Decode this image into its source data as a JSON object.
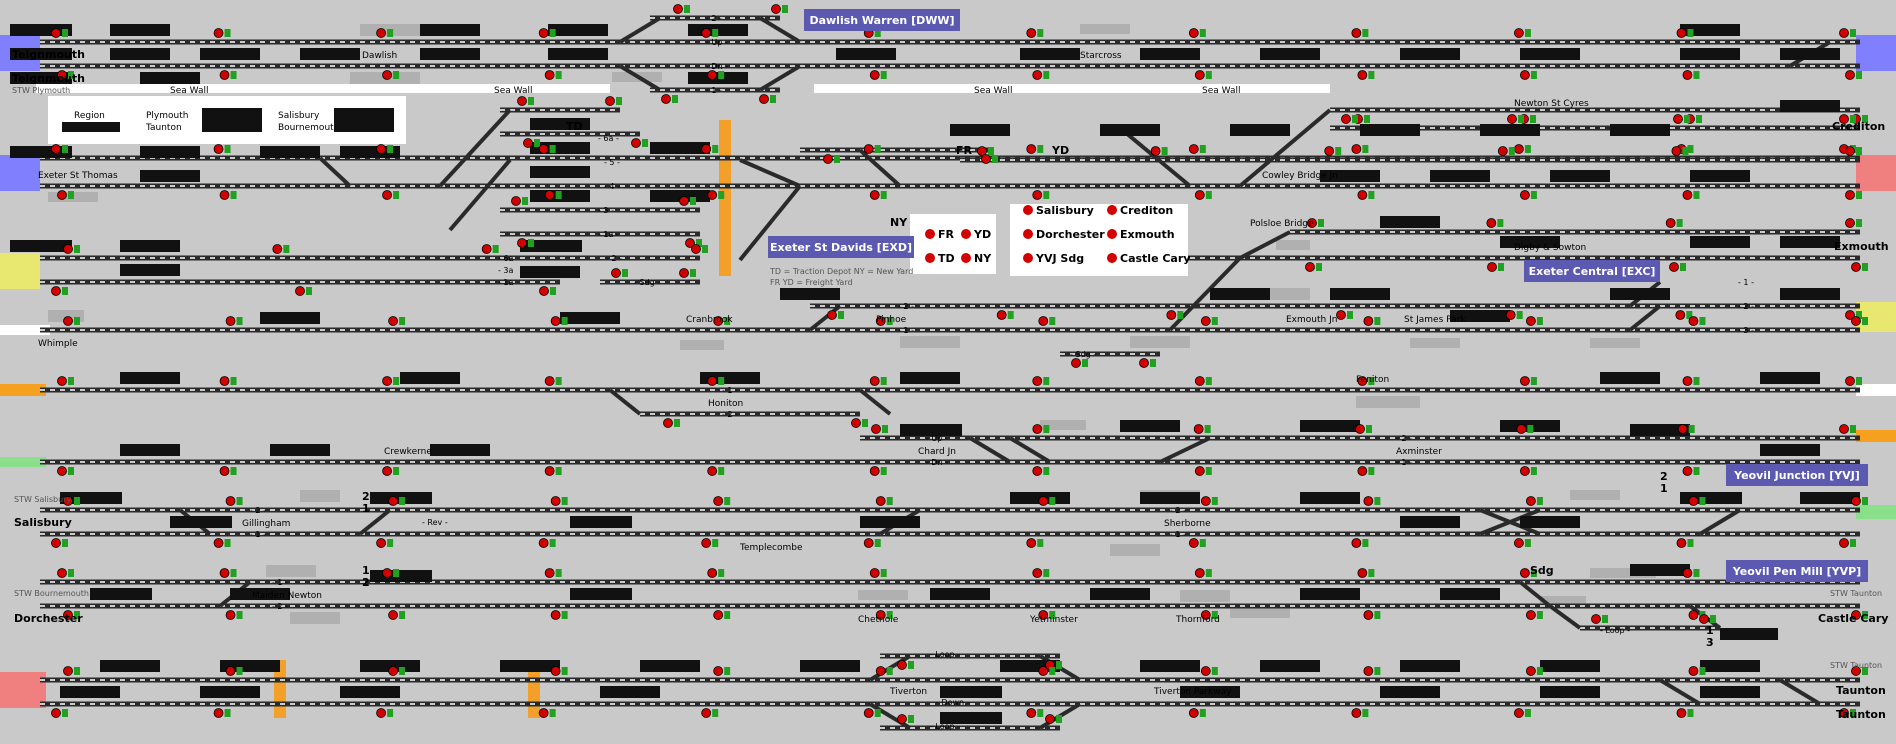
{
  "colors": {
    "background": "#c9c9c9",
    "track": "#2a2a2a",
    "dash": "#ffffff",
    "signal_red": "#d40000",
    "signal_green": "#22a022",
    "berth": "#111111",
    "area_box": "#5c5ab0",
    "grey_block": "#b0b0b0",
    "platform_orange": "#f2a02a",
    "edge_blue": "#8080ff",
    "edge_pink": "#f08080",
    "edge_yellow": "#e8e870",
    "edge_orange": "#f6a020",
    "edge_green": "#8ae08a",
    "edge_white": "#ffffff"
  },
  "area_boxes": [
    {
      "id": "dww",
      "label": "Dawlish Warren [DWW]"
    },
    {
      "id": "exd",
      "label": "Exeter St Davids [EXD]"
    },
    {
      "id": "exc",
      "label": "Exeter Central [EXC]"
    },
    {
      "id": "yvj",
      "label": "Yeovil Junction [YVJ]"
    },
    {
      "id": "yvp",
      "label": "Yeovil Pen Mill [YVP]"
    }
  ],
  "stations": {
    "teignmouth_1": "Teignmouth",
    "teignmouth_2": "Teignmouth",
    "stw_plymouth": "STW Plymouth",
    "dawlish": "Dawlish",
    "starcross": "Starcross",
    "sea_wall_1": "Sea Wall",
    "sea_wall_2": "Sea Wall",
    "sea_wall_3": "Sea Wall",
    "sea_wall_4": "Sea Wall",
    "newton_st_cyres": "Newton St Cyres",
    "crediton": "Crediton",
    "exeter_st_thomas": "Exeter St Thomas",
    "cowley_bridge_jn": "Cowley Bridge Jn",
    "polsloe_bridge": "Polsloe Bridge",
    "digby_sowton": "Digby & Sowton",
    "exmouth": "Exmouth",
    "whimple": "Whimple",
    "cranbrook": "Cranbrook",
    "pinhoe": "Pinhoe",
    "exmouth_jn": "Exmouth Jn",
    "st_james_park": "St James Park",
    "honiton": "Honiton",
    "feniton": "Feniton",
    "crewkerne": "Crewkerne",
    "chard_jn": "Chard Jn",
    "axminster": "Axminster",
    "stw_salisbury": "STW Salisbury",
    "salisbury": "Salisbury",
    "gillingham": "Gillingham",
    "templecombe": "Templecombe",
    "sherborne": "Sherborne",
    "sdg": "Sdg",
    "maiden_newton": "Maiden Newton",
    "stw_bournemouth": "STW Bournemouth",
    "dorchester": "Dorchester",
    "chetnole": "Chetnole",
    "yetminster": "Yetminster",
    "thornford": "Thornford",
    "stw_taunton_1": "STW Taunton",
    "castle_cary": "Castle Cary",
    "stw_taunton_2": "STW Taunton",
    "taunton_1": "Taunton",
    "taunton_2": "Taunton",
    "tiverton": "Tiverton",
    "tiverton_parkway": "Tiverton Parkway"
  },
  "codes": {
    "td": "TD",
    "fr": "FR",
    "yd": "YD",
    "ny": "NY"
  },
  "track_labels": {
    "dww_2": "- 2 -",
    "dww_up": "- Up -",
    "dww_dn": "- Dn -",
    "dww_1": "- 1 -",
    "exd_6a": "- 6a -",
    "exd_6": "- 6 -",
    "exd_5": "- 5 -",
    "exd_4": "- 4 -",
    "exd_3a": "- 3a -",
    "exd_3": "- 3 -",
    "exd_1a": "- 1a -",
    "exd_1": "- 1 -",
    "exd_2": "- 2 -",
    "exd_sdg": "- Sdg -",
    "exd_left_6a": "- 6a",
    "exd_left_3a": "- 3a",
    "exd_left_1a": "- 1a",
    "pinhoe_2": "- 2 -",
    "pinhoe_1": "- 1 -",
    "exmouth_sdg": "- Sdg -",
    "exc_1": "- 1 -",
    "exc_2": "- 2 -",
    "exc_3": "- 3 -",
    "honiton_1": "- 1 -",
    "honiton_2": "- 2 -",
    "chard_up": "- Up -",
    "chard_dn": "- Dn -",
    "ax_2": "- 2 -",
    "ax_1": "- 1 -",
    "gil_2": "- 2 -",
    "gil_1": "- 1 -",
    "rev": "- Rev -",
    "sher_2": "- 2 -",
    "sher_1": "- 1 -",
    "mn_1": "- 1 -",
    "mn_2": "- 2 -",
    "yvp_loop": "- Loop -",
    "tiv_loop_top": "- Loop -",
    "tiv_down": "- Down -",
    "tiv_loop_bot": "- Loop -",
    "num_2a": "2",
    "num_1a": "1",
    "num_1b": "1",
    "num_2b": "2",
    "num_2c": "2",
    "num_1c": "1",
    "num_1d": "1",
    "num_3d": "3"
  },
  "legend_region": {
    "region": "Region",
    "plymouth": "Plymouth",
    "taunton": "Taunton",
    "salisbury": "Salisbury",
    "bournemouth": "Bournemouth"
  },
  "legend_codes": {
    "fr": "FR",
    "yd": "YD",
    "td": "TD",
    "ny": "NY"
  },
  "legend_dest": {
    "salisbury": "Salisbury",
    "crediton": "Crediton",
    "dorchester": "Dorchester",
    "exmouth": "Exmouth",
    "yvj_sdg": "YVJ Sdg",
    "castle_cary": "Castle Cary"
  },
  "notes": {
    "line1": "TD = Traction Depot    NY = New Yard",
    "line2": "FR YD = Freight Yard"
  }
}
